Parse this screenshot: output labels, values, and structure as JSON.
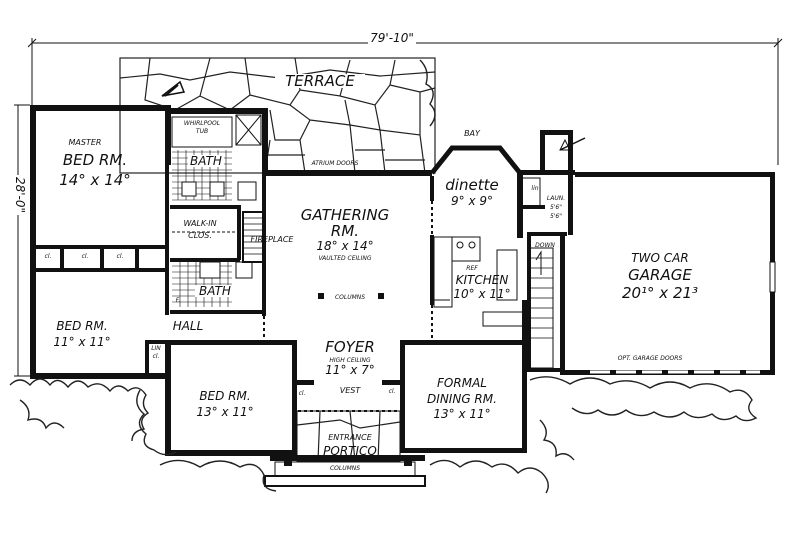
{
  "plan": {
    "dimensions": {
      "width": "79'-10\"",
      "depth": "28'-0\""
    },
    "rooms": {
      "terrace": "TERRACE",
      "master_name": "MASTER",
      "master_name2": "BED RM.",
      "master_size": "14° x 14°",
      "whirlpool1": "WHIRLPOOL",
      "whirlpool2": "TUB",
      "bath1": "BATH",
      "walkin1": "WALK-IN",
      "walkin2": "CLOS.",
      "fireplace": "FIREPLACE",
      "bath2": "BATH",
      "linen": "F.",
      "gathering_name": "GATHERING",
      "gathering_name2": "RM.",
      "gathering_size": "18° x 14°",
      "gathering_note": "VAULTED CEILING",
      "atrium": "ATRIUM DOORS",
      "bay": "BAY",
      "dinette_name": "dinette",
      "dinette_size": "9° x 9°",
      "kitchen_name": "KITCHEN",
      "kitchen_size": "10° x 11°",
      "ref": "REF",
      "laun_name": "LAUN.",
      "laun_size": "5'6\"",
      "laun_size2": "5'6\"",
      "lin": "lin",
      "down": "DOWN",
      "garage_name": "TWO CAR",
      "garage_name2": "GARAGE",
      "garage_size": "20¹° x 21³",
      "garage_doors": "OPT. GARAGE DOORS",
      "columns_inner": "COLUMNS",
      "foyer_name": "FOYER",
      "foyer_note": "HIGH CEILING",
      "foyer_size": "11° x 7°",
      "vest": "VEST",
      "hall": "HALL",
      "bed2_name": "BED RM.",
      "bed2_size": "11° x 11°",
      "lin_cl": "LIN",
      "lin_cl2": "cl.",
      "bed3_name": "BED RM.",
      "bed3_size": "13° x 11°",
      "dining_name": "FORMAL",
      "dining_name2": "DINING RM.",
      "dining_size": "13° x 11°",
      "entrance_name": "ENTRANCE",
      "entrance_name2": "PORTICO",
      "columns_outer": "COLUMNS",
      "closet": "cl."
    },
    "colors": {
      "ink": "#111111",
      "paper": "#ffffff"
    }
  }
}
